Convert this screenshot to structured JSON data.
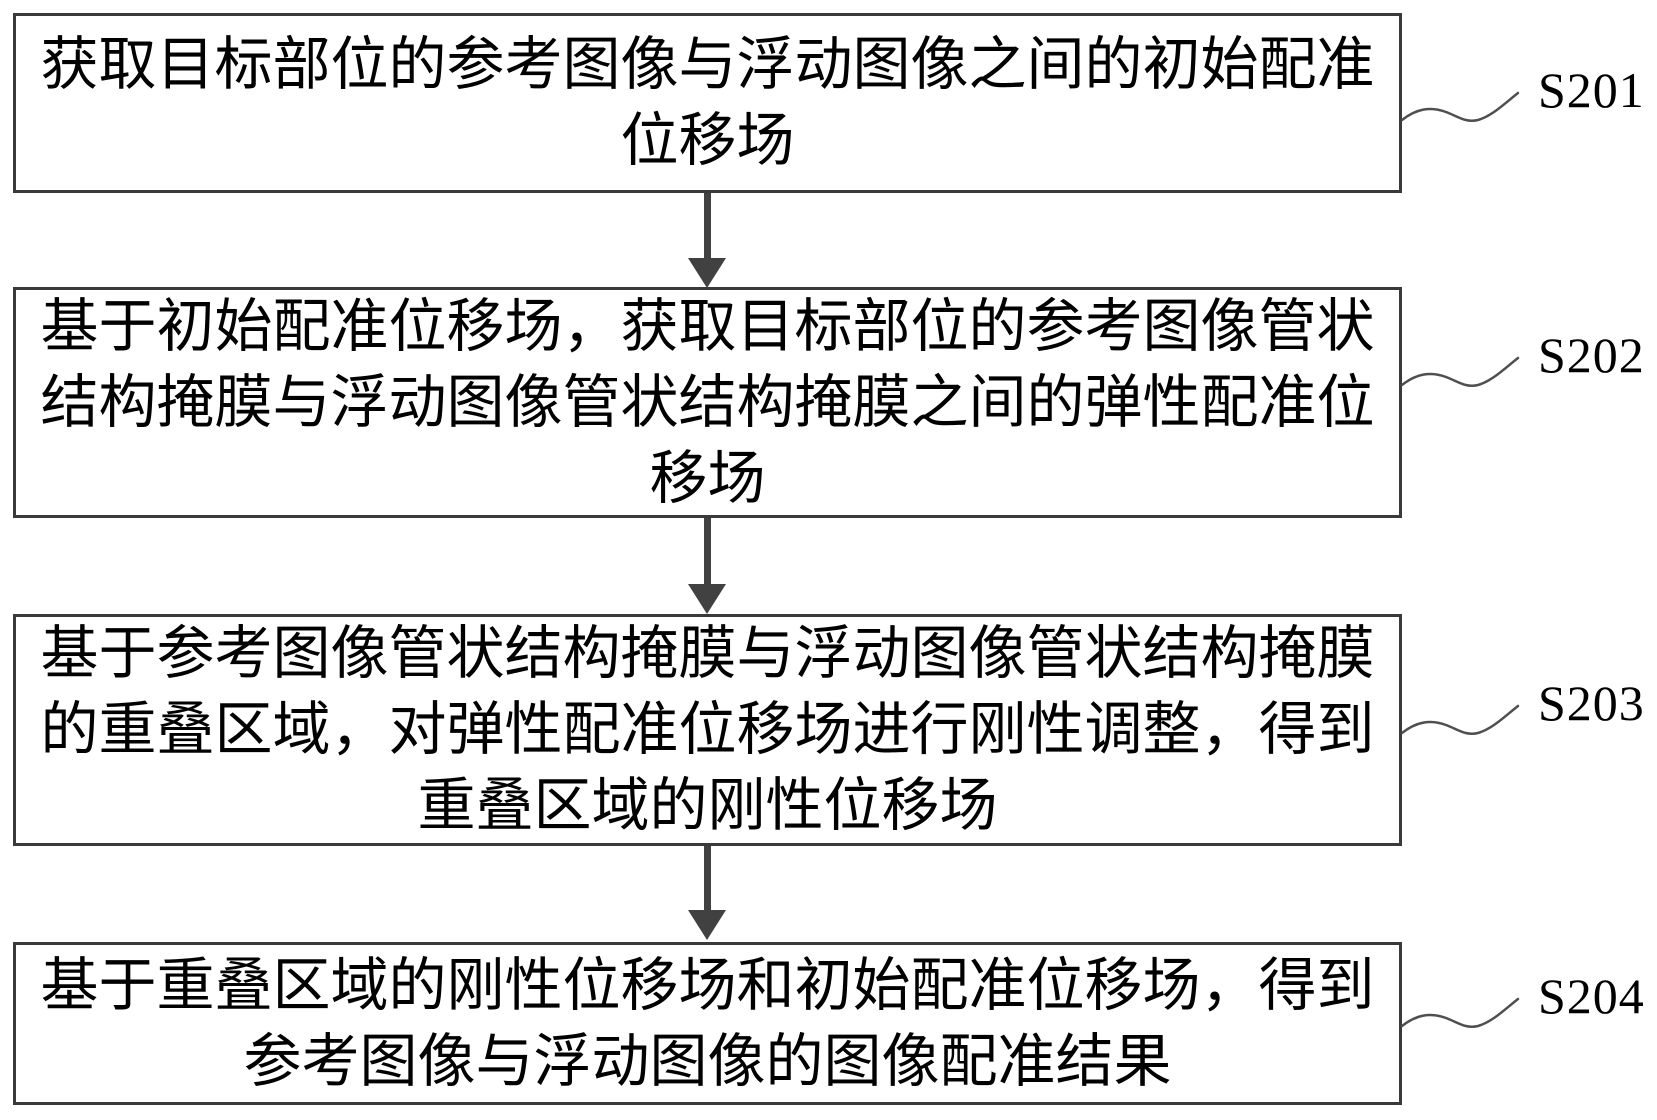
{
  "figure": {
    "type": "flowchart",
    "background_color": "#ffffff",
    "box_border_color": "#3a3a3a",
    "arrow_color": "#414141",
    "connector_color": "#4f4f4f",
    "text_color": "#000000",
    "steps": [
      {
        "label": "S201",
        "lines": [
          "获取目标部位的参考图像与浮动图像之间的初始配准",
          "位移场"
        ]
      },
      {
        "label": "S202",
        "lines": [
          "基于初始配准位移场，获取目标部位的参考图像管状",
          "结构掩膜与浮动图像管状结构掩膜之间的弹性配准位",
          "移场"
        ]
      },
      {
        "label": "S203",
        "lines": [
          "基于参考图像管状结构掩膜与浮动图像管状结构掩膜",
          "的重叠区域，对弹性配准位移场进行刚性调整，得到",
          "重叠区域的刚性位移场"
        ]
      },
      {
        "label": "S204",
        "lines": [
          "基于重叠区域的刚性位移场和初始配准位移场，得到",
          "参考图像与浮动图像的图像配准结果"
        ]
      }
    ]
  }
}
